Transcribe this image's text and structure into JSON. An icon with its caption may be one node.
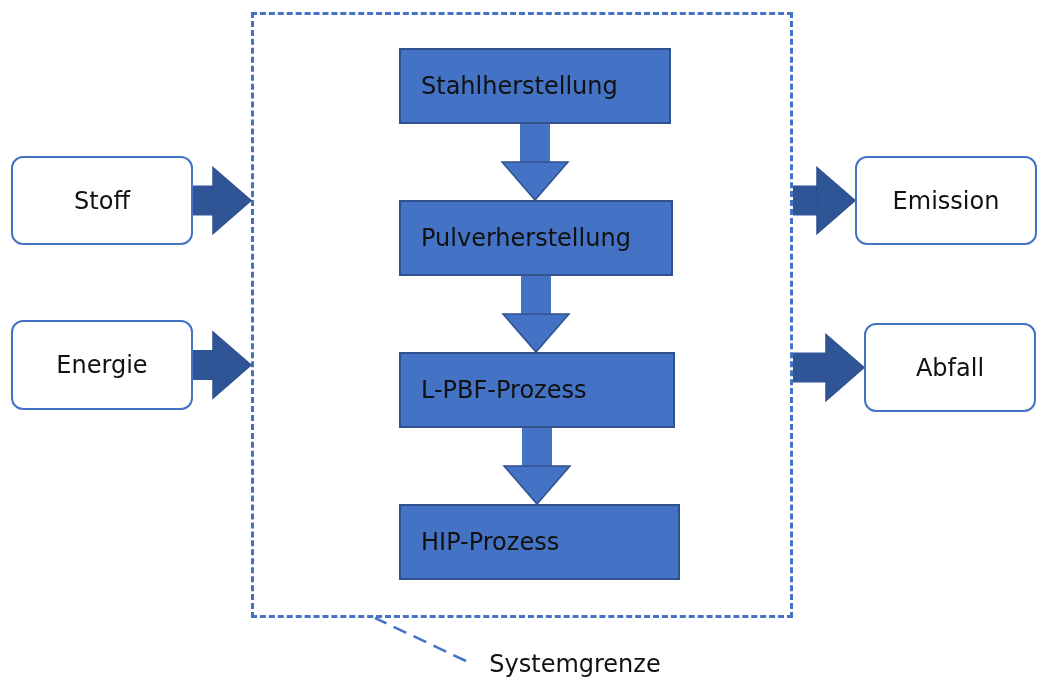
{
  "diagram": {
    "nodes": [
      {
        "text": [],
        "shape": "box"
      },
      {
        "text": [
          "Stahlherstellung"
        ],
        "in": 0
      },
      {
        "text": [
          "Pulverherstellung"
        ],
        "in": 0
      },
      {
        "text": [
          "L-PBF-Prozess"
        ],
        "in": 0
      },
      {
        "text": [
          "HIP-Prozess"
        ],
        "in": 0
      },
      {
        "text": [
          "Stoff"
        ]
      },
      {
        "text": [
          "Energie"
        ]
      },
      {
        "text": [
          "Emission"
        ]
      },
      {
        "text": [
          "Abfall"
        ]
      },
      {
        "text": [
          "Systemgrenze"
        ]
      }
    ],
    "edges": [
      {
        "from": 1,
        "to": 2,
        "arrow": "to",
        "color": "#4472c4"
      },
      {
        "from": 2,
        "to": 3,
        "arrow": "to",
        "color": "#4472c4"
      },
      {
        "from": 3,
        "to": 4,
        "arrow": "to",
        "color": "#4472c4"
      },
      {
        "from": 5,
        "to": 0,
        "arrow": "to",
        "color": "#2f5597"
      },
      {
        "from": 6,
        "to": 0,
        "arrow": "to",
        "color": "#2f5597"
      },
      {
        "from": 0,
        "to": 7,
        "arrow": "to",
        "color": "#2f5597"
      },
      {
        "from": 0,
        "to": 8,
        "arrow": "to",
        "color": "#2f5597"
      },
      {
        "from": 9,
        "to": 0,
        "arrow": "none",
        "style": "dashed",
        "color": "#4472c4"
      }
    ]
  }
}
